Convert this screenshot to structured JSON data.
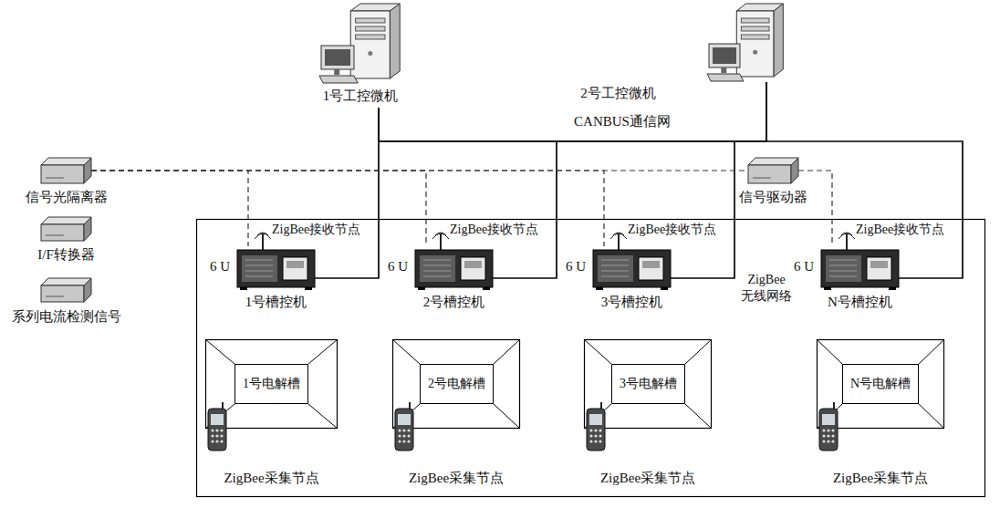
{
  "diagram": {
    "nodes": [
      {
        "text": [
          "1号工控微机"
        ]
      },
      {
        "text": [
          "2号工控微机"
        ]
      },
      {
        "text": [
          "信号光隔离器"
        ]
      },
      {
        "text": [
          "信号驱动器"
        ]
      },
      {
        "text": [
          "I/F转换器"
        ]
      },
      {
        "text": [
          "系列电流检测信号"
        ]
      },
      {
        "text": [
          "ZigBee 无线网络"
        ]
      },
      {
        "text": [
          "ZigBee接收节点",
          "6 U",
          "1号槽控机"
        ],
        "in": 6
      },
      {
        "text": [
          "ZigBee接收节点",
          "6 U",
          "2号槽控机"
        ],
        "in": 6
      },
      {
        "text": [
          "ZigBee接收节点",
          "6 U",
          "3号槽控机"
        ],
        "in": 6
      },
      {
        "text": [
          "ZigBee接收节点",
          "6 U",
          "N号槽控机"
        ],
        "in": 6
      },
      {
        "text": [
          "1号电解槽"
        ],
        "in": 6
      },
      {
        "text": [
          "2号电解槽"
        ],
        "in": 6
      },
      {
        "text": [
          "3号电解槽"
        ],
        "in": 6
      },
      {
        "text": [
          "N号电解槽"
        ],
        "in": 6
      },
      {
        "text": [
          "ZigBee采集节点"
        ],
        "in": 6
      },
      {
        "text": [
          "ZigBee采集节点"
        ],
        "in": 6
      },
      {
        "text": [
          "ZigBee采集节点"
        ],
        "in": 6
      },
      {
        "text": [
          "ZigBee采集节点"
        ],
        "in": 6
      }
    ],
    "edges": [
      {
        "from": 0,
        "to": 7,
        "arrow": "none"
      },
      {
        "from": 0,
        "to": 8,
        "arrow": "none"
      },
      {
        "from": 0,
        "to": 9,
        "arrow": "none"
      },
      {
        "from": 0,
        "to": 10,
        "arrow": "none"
      },
      {
        "from": 1,
        "to": 7,
        "arrow": "none"
      },
      {
        "from": 1,
        "to": 8,
        "arrow": "none"
      },
      {
        "from": 1,
        "to": 9,
        "arrow": "none"
      },
      {
        "from": 1,
        "to": 10,
        "arrow": "none"
      },
      {
        "from": 2,
        "to": 3,
        "arrow": "none"
      },
      {
        "from": 2,
        "to": 7,
        "arrow": "none"
      },
      {
        "from": 2,
        "to": 8,
        "arrow": "none"
      },
      {
        "from": 2,
        "to": 9,
        "arrow": "none"
      },
      {
        "from": 3,
        "to": 10,
        "arrow": "none"
      }
    ],
    "labels": [
      "CANBUS通信网"
    ]
  }
}
